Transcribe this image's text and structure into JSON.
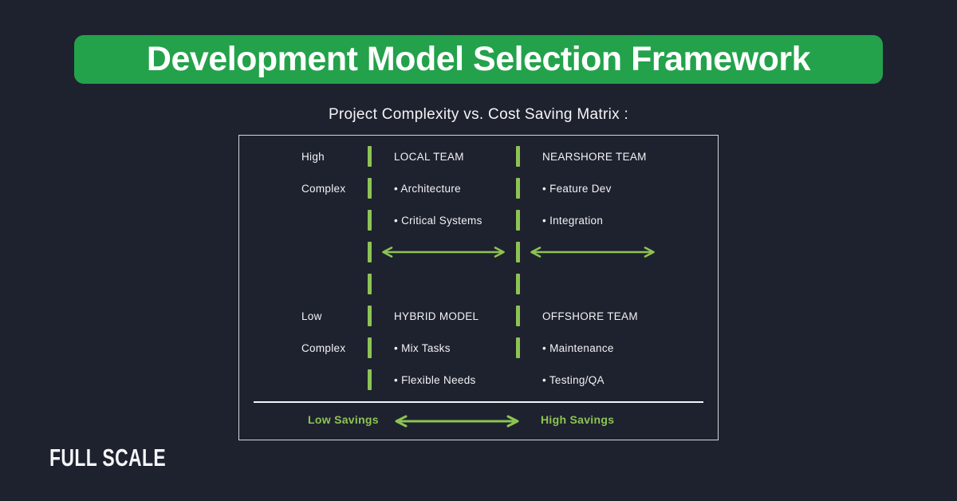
{
  "page": {
    "background_color": "#1e222e",
    "banner_green": "#23a24b",
    "accent_green": "#8dc355",
    "box_border_color": "#d6d6da"
  },
  "header": {
    "title": "Development Model Selection Framework",
    "subtitle": "Project Complexity vs. Cost Saving Matrix :"
  },
  "matrix": {
    "rows": [
      {
        "label": "High",
        "col1": "LOCAL TEAM",
        "col2": "NEARSHORE TEAM"
      },
      {
        "label": "Complex",
        "col1": "• Architecture",
        "col2": "• Feature Dev"
      },
      {
        "label": "",
        "col1": "• Critical Systems",
        "col2": "• Integration"
      },
      {
        "label": "",
        "col1": "",
        "col2": ""
      },
      {
        "label": "",
        "col1": "",
        "col2": ""
      },
      {
        "label": "Low",
        "col1": "HYBRID MODEL",
        "col2": "OFFSHORE TEAM"
      },
      {
        "label": "Complex",
        "col1": "• Mix Tasks",
        "col2": "• Maintenance"
      },
      {
        "label": "",
        "col1": "• Flexible Needs",
        "col2": "• Testing/QA"
      }
    ]
  },
  "axis": {
    "low_label": "Low Savings",
    "high_label": "High Savings"
  },
  "icons": {
    "double-arrow": "↔",
    "tick-mark": "|"
  },
  "footer": {
    "logo_text": "FULL SCALE"
  }
}
